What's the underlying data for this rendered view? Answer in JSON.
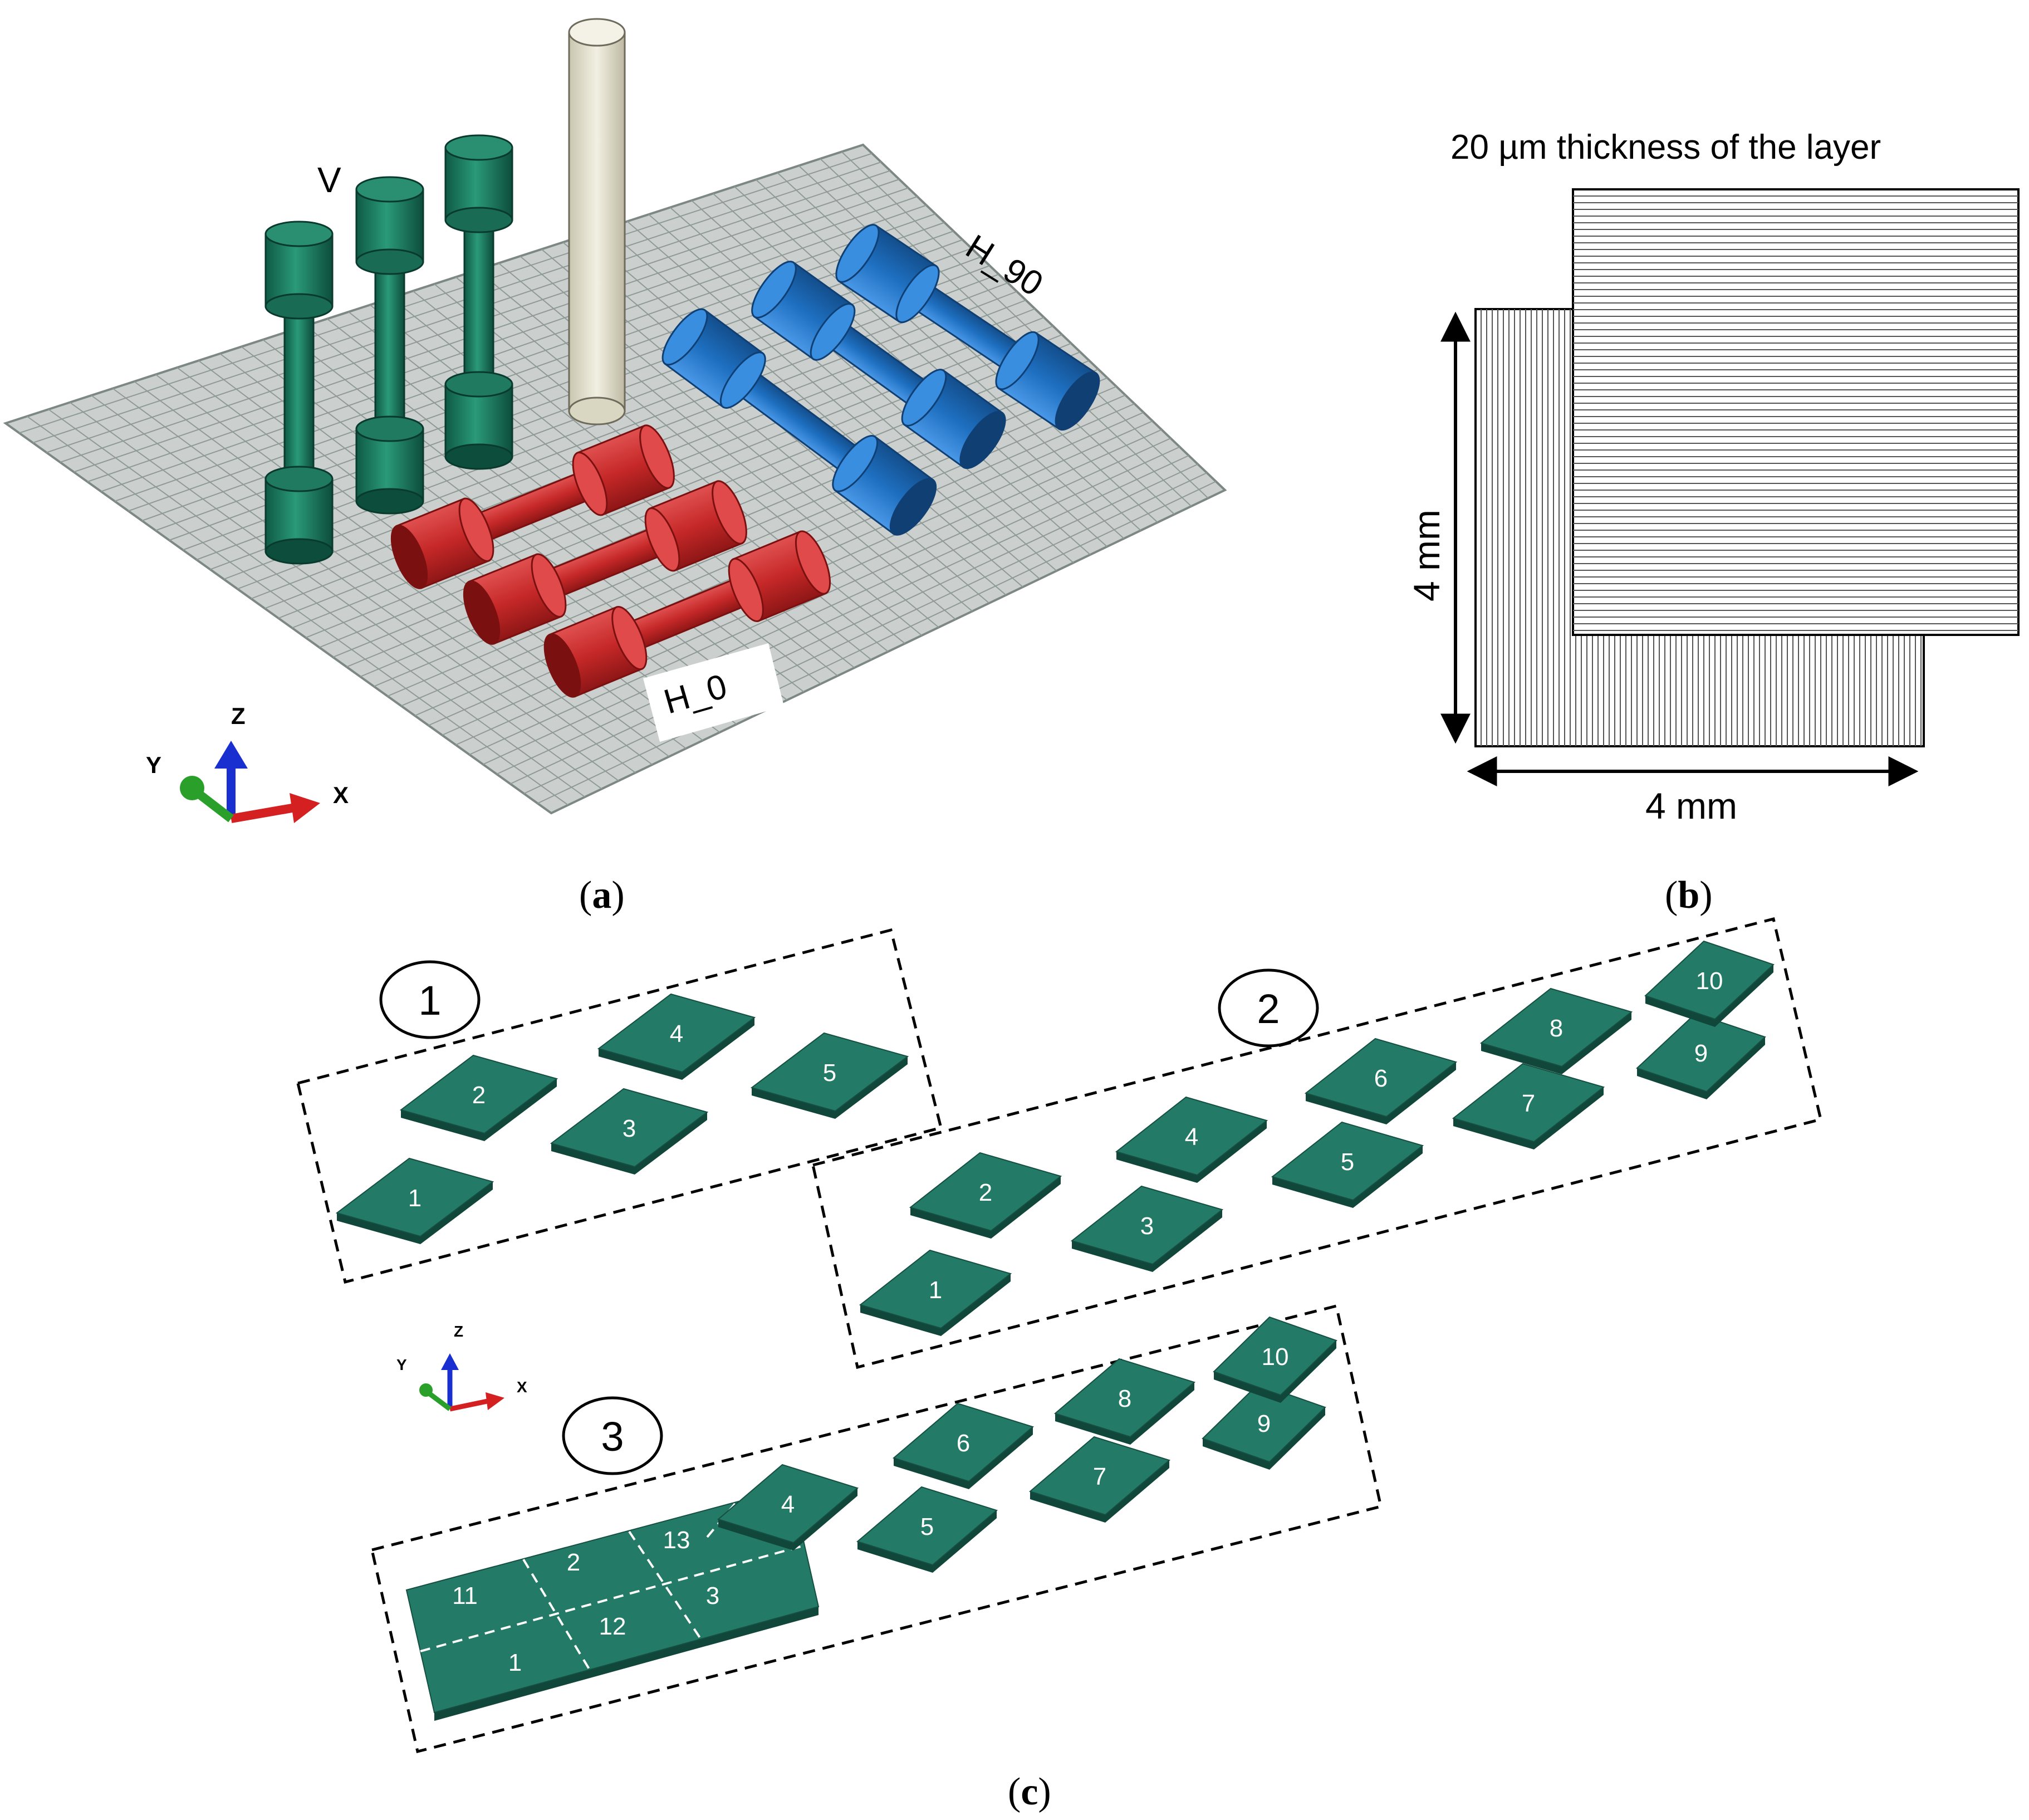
{
  "panel_a": {
    "label_v": "V",
    "label_h90": "H_90",
    "label_h0": "H_0",
    "axis_z": "Z",
    "axis_y": "Y",
    "axis_x": "X",
    "colors": {
      "vertical_specimens": "#1f7a60",
      "h0_specimens": "#c62828",
      "h90_specimens": "#1e6fc0",
      "support_rod": "#e6e3cf",
      "build_plate": "#cbd0ce"
    }
  },
  "panel_b": {
    "title": "20 µm thickness of the layer",
    "dim_vertical": "4 mm",
    "dim_horizontal": "4 mm"
  },
  "panel_c": {
    "group_labels": [
      "1",
      "2",
      "3"
    ],
    "group1_tiles": [
      "1",
      "2",
      "3",
      "4",
      "5"
    ],
    "group2_tiles": [
      "1",
      "2",
      "3",
      "4",
      "5",
      "6",
      "7",
      "8",
      "9",
      "10"
    ],
    "group3_tiles": [
      "11",
      "2",
      "13",
      "4",
      "1",
      "12",
      "3",
      "5",
      "6",
      "7",
      "8",
      "9",
      "10"
    ],
    "axis_z": "Z",
    "axis_y": "Y",
    "axis_x": "X",
    "tile_color": "#237a66"
  },
  "captions": {
    "a": "a",
    "b": "b",
    "c": "c"
  }
}
